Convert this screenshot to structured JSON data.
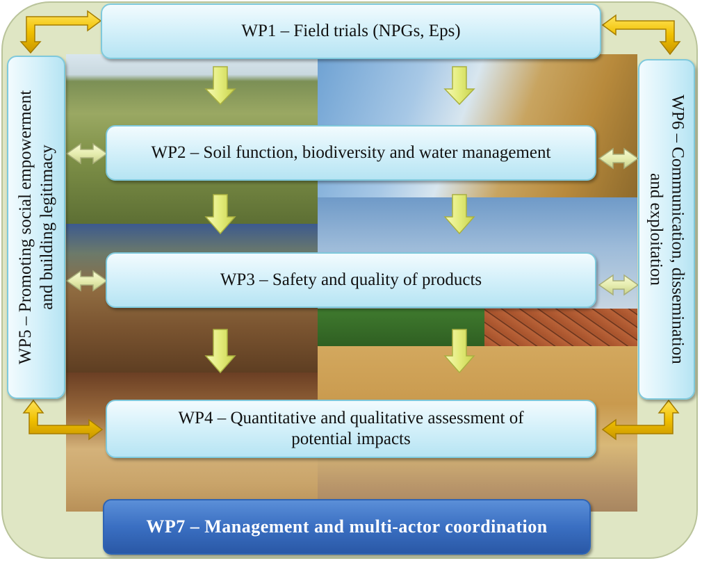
{
  "diagram": {
    "wp1": "WP1 – Field trials (NPGs, Eps)",
    "wp2": "WP2 – Soil function, biodiversity and water management",
    "wp3": "WP3 – Safety and quality of products",
    "wp4_line1": "WP4 – Quantitative and qualitative assessment of",
    "wp4_line2": "potential impacts",
    "wp5_line1": "WP5 – Promoting social empowerment",
    "wp5_line2": "and building legitimacy",
    "wp6_line1": "WP6 – Communication, dissemination",
    "wp6_line2": "and exploitation",
    "wp7": "WP7 – Management and multi-actor coordination"
  },
  "icons": [
    "down-arrow-icon",
    "double-arrow-icon",
    "elbow-arrow-icon"
  ],
  "colors": {
    "background": "#dfe6c4",
    "box_fill": "#d6f1fa",
    "box_border": "#7fc9dc",
    "wp7_fill": "#3a6fc2",
    "arrow_fill": "#e8ef8a",
    "connector": "#e6b800"
  }
}
